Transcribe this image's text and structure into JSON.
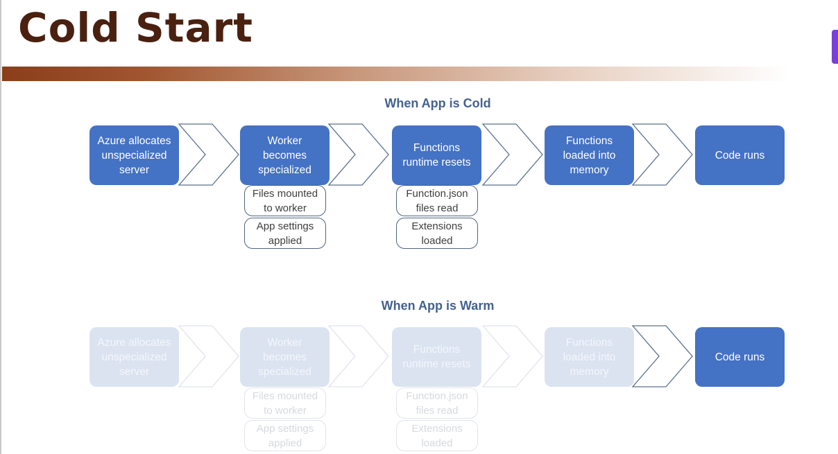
{
  "slide": {
    "title": "Cold Start"
  },
  "cold": {
    "heading": "When App is Cold",
    "steps": [
      "Azure allocates\nunspecialized\nserver",
      "Worker\nbecomes\nspecialized",
      "Functions\nruntime resets",
      "Functions\nloaded into\nmemory",
      "Code runs"
    ],
    "worker_details": [
      "Files mounted\nto worker",
      "App settings\napplied"
    ],
    "runtime_details": [
      "Function.json\nfiles read",
      "Extensions\nloaded"
    ]
  },
  "warm": {
    "heading": "When App is Warm",
    "steps": [
      "Azure allocates\nunspecialized\nserver",
      "Worker\nbecomes\nspecialized",
      "Functions\nruntime resets",
      "Functions\nloaded into\nmemory",
      "Code runs"
    ],
    "worker_details": [
      "Files mounted\nto worker",
      "App settings\napplied"
    ],
    "runtime_details": [
      "Function.json\nfiles read",
      "Extensions\nloaded"
    ],
    "active_step": "Code runs"
  },
  "colors": {
    "step_fill": "#4472c4",
    "step_faded": "#dbe3f1",
    "heading": "#44618f",
    "title": "#4a2010",
    "accent_tab": "#7a3fd6"
  }
}
